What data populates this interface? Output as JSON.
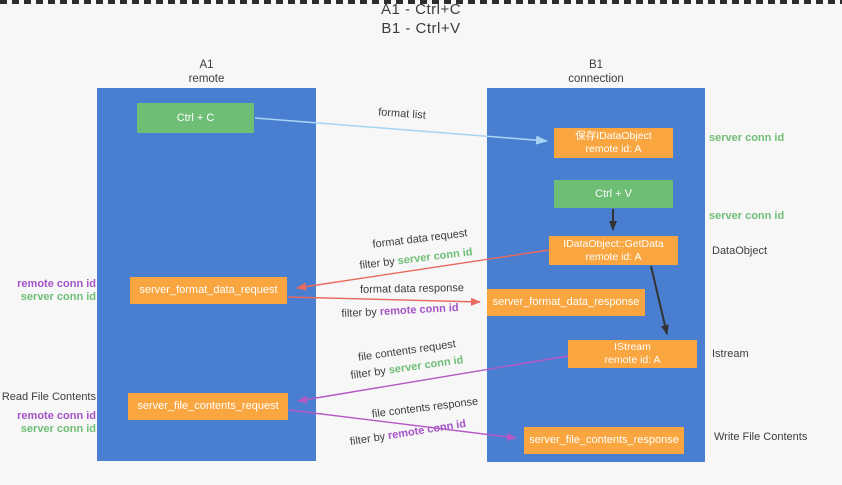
{
  "title": {
    "line1": "A1 - Ctrl+C",
    "line2": "B1 - Ctrl+V"
  },
  "lanes": {
    "left": {
      "name": "A1",
      "subtitle": "remote"
    },
    "right": {
      "name": "B1",
      "subtitle": "connection"
    }
  },
  "nodes": {
    "ctrl_c": {
      "label": "Ctrl + C"
    },
    "ctrl_v": {
      "label": "Ctrl + V"
    },
    "save_dataobject": {
      "line1": "保存IDataObject",
      "line2": "remote id: A"
    },
    "getdata": {
      "line1": "IDataObject::GetData",
      "line2": "remote id: A"
    },
    "istream": {
      "line1": "IStream",
      "line2": "remote id: A"
    },
    "server_format_data_request": {
      "label": "server_format_data_request"
    },
    "server_format_data_response": {
      "label": "server_format_data_response"
    },
    "server_file_contents_request": {
      "label": "server_file_contents_request"
    },
    "server_file_contents_response": {
      "label": "server_file_contents_response"
    }
  },
  "edge_labels": {
    "format_list": "format list",
    "format_data_request": "format data request",
    "format_data_response": "format data response",
    "file_contents_request": "file contents request",
    "file_contents_response": "file contents response",
    "filter_by": "filter by",
    "server_conn_id": "server conn id",
    "remote_conn_id": "remote conn id"
  },
  "side_labels": {
    "right_server_conn_id_top": "server conn id",
    "right_server_conn_id_mid": "server conn id",
    "right_dataobject": "DataObject",
    "right_istream": "Istream",
    "right_write_file_contents": "Write File Contents",
    "left_remote_conn_id_top": "remote conn id",
    "left_server_conn_id_top": "server conn id",
    "left_read_file_contents": "Read File Contents",
    "left_remote_conn_id_bottom": "remote conn id",
    "left_server_conn_id_bottom": "server conn id"
  },
  "colors": {
    "bg": "#f7f7f7",
    "lane-blue": "#4a7ed0",
    "box-green": "#6fbe76",
    "box-orange": "#f9a640",
    "box-text": "#ffffff",
    "text-dark": "#3d3d3d",
    "green-text": "#6fbe76",
    "purple-text": "#a553c6",
    "arrow-red": "#e9695c",
    "arrow-purple": "#b558c5",
    "arrow-blue": "#a9d5f5",
    "arrow-black": "#333333"
  }
}
